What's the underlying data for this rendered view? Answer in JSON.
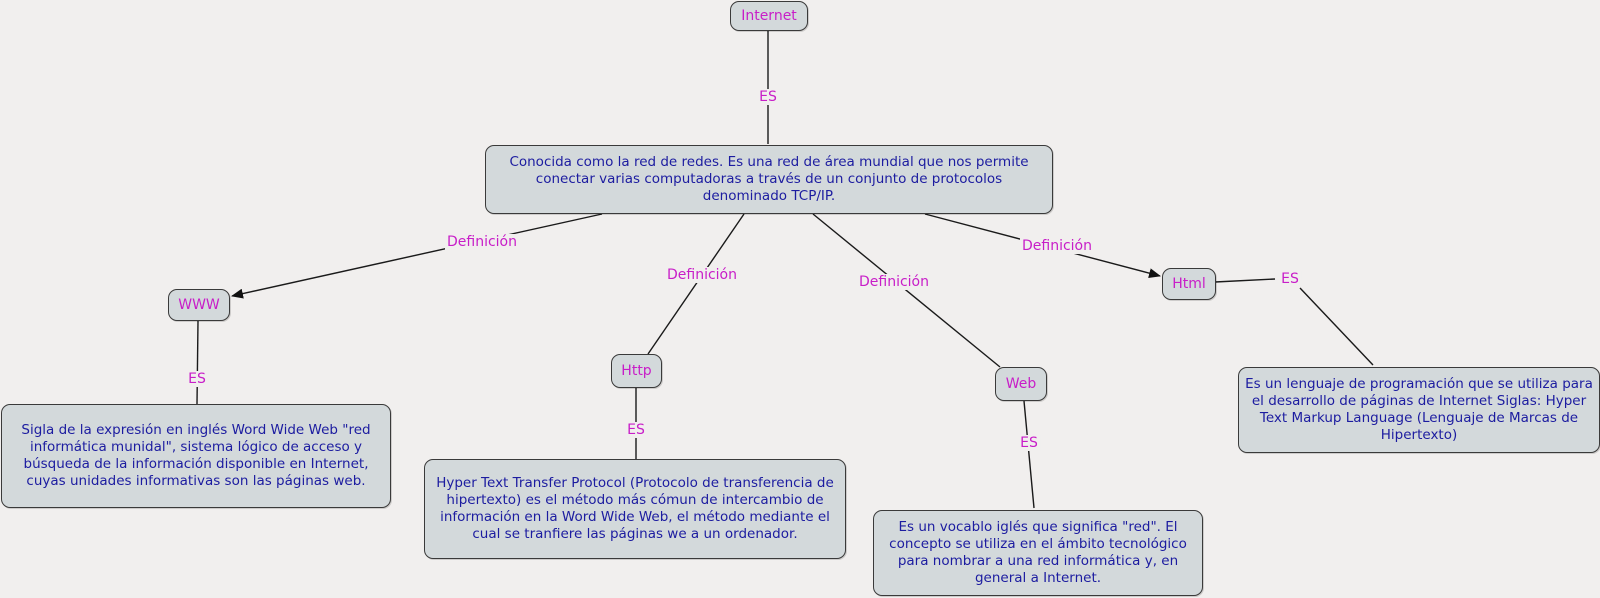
{
  "colors": {
    "background": "#f1efee",
    "node_fill": "#d3d9db",
    "node_border": "#3a3a3a",
    "concept_text": "#c81ec8",
    "description_text": "#1c1ca0",
    "link_label_text": "#c81ec8",
    "line": "#1a1a1a"
  },
  "nodes": {
    "internet": "Internet",
    "internet_desc": "Conocida como la red de redes. Es una red de área mundial que nos permite conectar varias computadoras a través de un conjunto de protocolos denominado TCP/IP.",
    "www": "WWW",
    "www_desc": "Sigla de la expresión en inglés Word Wide Web \"red informática munidal\", sistema lógico de acceso y búsqueda de la información disponible en Internet, cuyas unidades informativas son las páginas web.",
    "http": "Http",
    "http_desc": "Hyper Text Transfer Protocol (Protocolo de transferencia de hipertexto) es el método más cómun de intercambio de información en la Word Wide Web, el método mediante el cual se tranfiere las páginas we a un ordenador.",
    "web": "Web",
    "web_desc": "Es un vocablo iglés que significa \"red\". El concepto se utiliza en el ámbito tecnológico para nombrar a una red informática y, en general a Internet.",
    "html": "Html",
    "html_desc": "Es un lenguaje de programación que se utiliza para el desarrollo de páginas de Internet Siglas: Hyper Text Markup Language (Lenguaje de Marcas de Hipertexto)"
  },
  "links": {
    "internet_es": "ES",
    "def_www": "Definición",
    "def_http": "Definición",
    "def_web": "Definición",
    "def_html": "Definición",
    "www_es": "ES",
    "http_es": "ES",
    "web_es": "ES",
    "html_es": "ES"
  }
}
